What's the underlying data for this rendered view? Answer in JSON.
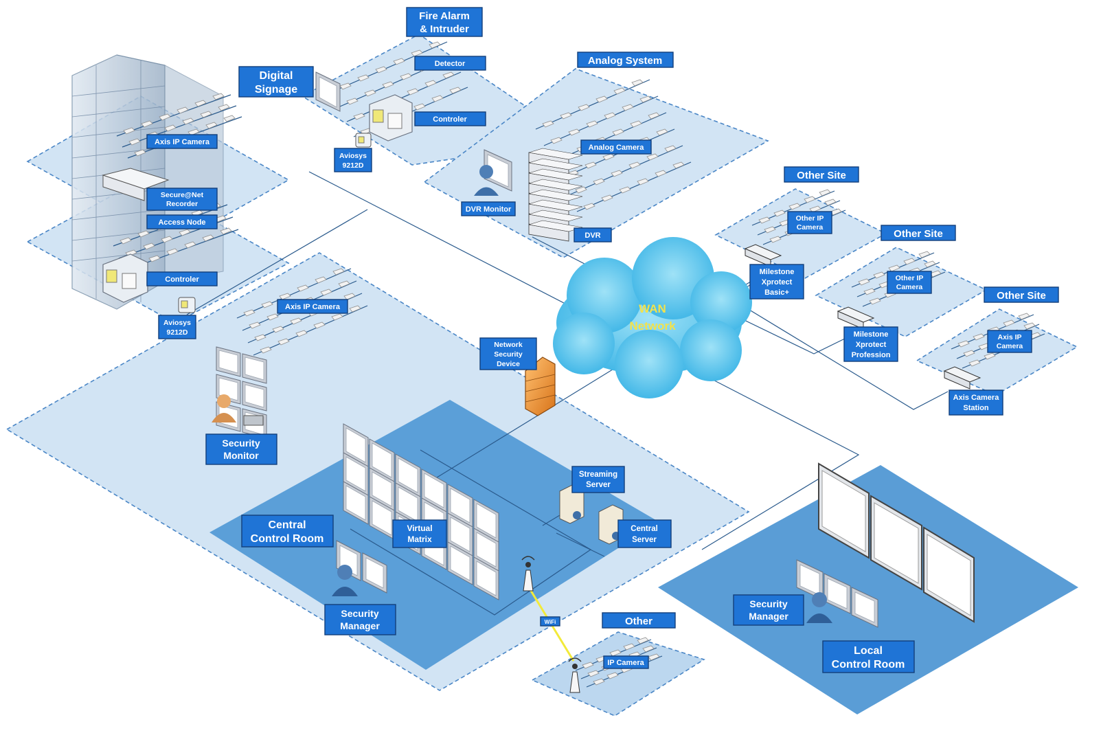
{
  "colors": {
    "label_fill": "#1f74d6",
    "zone_light": "#cfe3f3",
    "zone_dark": "#5b9fd8",
    "cloud": "#4fc1ea",
    "wan_text": "#f3e24a"
  },
  "diagram": {
    "title": "",
    "labels": {
      "fire_alarm_line1": "Fire Alarm",
      "fire_alarm_line2": "& Intruder",
      "detector": "Detector",
      "controler_fire": "Controler",
      "digital_signage_line1": "Digital",
      "digital_signage_line2": "Signage",
      "aviosys_top_line1": "Aviosys",
      "aviosys_top_line2": "9212D",
      "analog_system": "Analog System",
      "analog_camera": "Analog Camera",
      "dvr_monitor": "DVR Monitor",
      "dvr": "DVR",
      "axis_ip_camera_building": "Axis IP Camera",
      "secure_net_line1": "Secure@Net",
      "secure_net_line2": "Recorder",
      "access_node": "Access Node",
      "controler_building": "Controler",
      "aviosys_left_line1": "Aviosys",
      "aviosys_left_line2": "9212D",
      "axis_ip_camera_main": "Axis IP Camera",
      "network_security_line1": "Network",
      "network_security_line2": "Security",
      "network_security_line3": "Device",
      "wan_line1": "WAN",
      "wan_line2": "Network",
      "other_site_1": "Other Site",
      "other_ip_camera_1_line1": "Other IP",
      "other_ip_camera_1_line2": "Camera",
      "milestone_basic_line1": "Milestone",
      "milestone_basic_line2": "Xprotect",
      "milestone_basic_line3": "Basic+",
      "other_site_2": "Other Site",
      "other_ip_camera_2_line1": "Other IP",
      "other_ip_camera_2_line2": "Camera",
      "milestone_prof_line1": "Milestone",
      "milestone_prof_line2": "Xprotect",
      "milestone_prof_line3": "Profession",
      "other_site_3": "Other Site",
      "axis_ip_camera_site3_line1": "Axis IP",
      "axis_ip_camera_site3_line2": "Camera",
      "axis_camera_station_line1": "Axis Camera",
      "axis_camera_station_line2": "Station",
      "security_monitor_line1": "Security",
      "security_monitor_line2": "Monitor",
      "central_control_line1": "Central",
      "central_control_line2": "Control Room",
      "virtual_matrix_line1": "Virtual",
      "virtual_matrix_line2": "Matrix",
      "streaming_server_line1": "Streaming",
      "streaming_server_line2": "Server",
      "central_server_line1": "Central",
      "central_server_line2": "Server",
      "security_manager_central_line1": "Security",
      "security_manager_central_line2": "Manager",
      "wifi": "WiFi",
      "other": "Other",
      "ip_camera": "IP Camera",
      "security_manager_local_line1": "Security",
      "security_manager_local_line2": "Manager",
      "local_control_line1": "Local",
      "local_control_line2": "Control Room"
    }
  }
}
